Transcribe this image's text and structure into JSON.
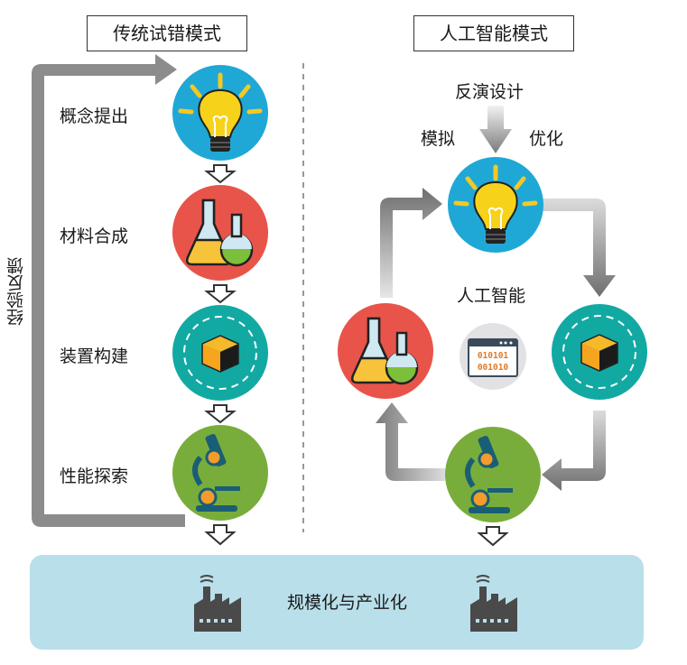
{
  "traditional": {
    "title": "传统试错模式",
    "steps": [
      "概念提出",
      "材料合成",
      "装置构建",
      "性能探索"
    ],
    "feedback_label": "经验反馈"
  },
  "ai": {
    "title": "人工智能模式",
    "top_label": "反演设计",
    "left_label": "模拟",
    "right_label": "优化",
    "center_label": "人工智能",
    "binary_line1": "010101",
    "binary_line2": "001010"
  },
  "bottom": {
    "label": "规模化与产业化"
  },
  "colors": {
    "bulb_circle": "#1fa8d6",
    "flask_circle": "#e8544a",
    "cube_circle": "#12a9a3",
    "microscope_circle": "#79ad3b",
    "arrow_gray": "#8c8c8c",
    "band": "#b9dfea"
  }
}
